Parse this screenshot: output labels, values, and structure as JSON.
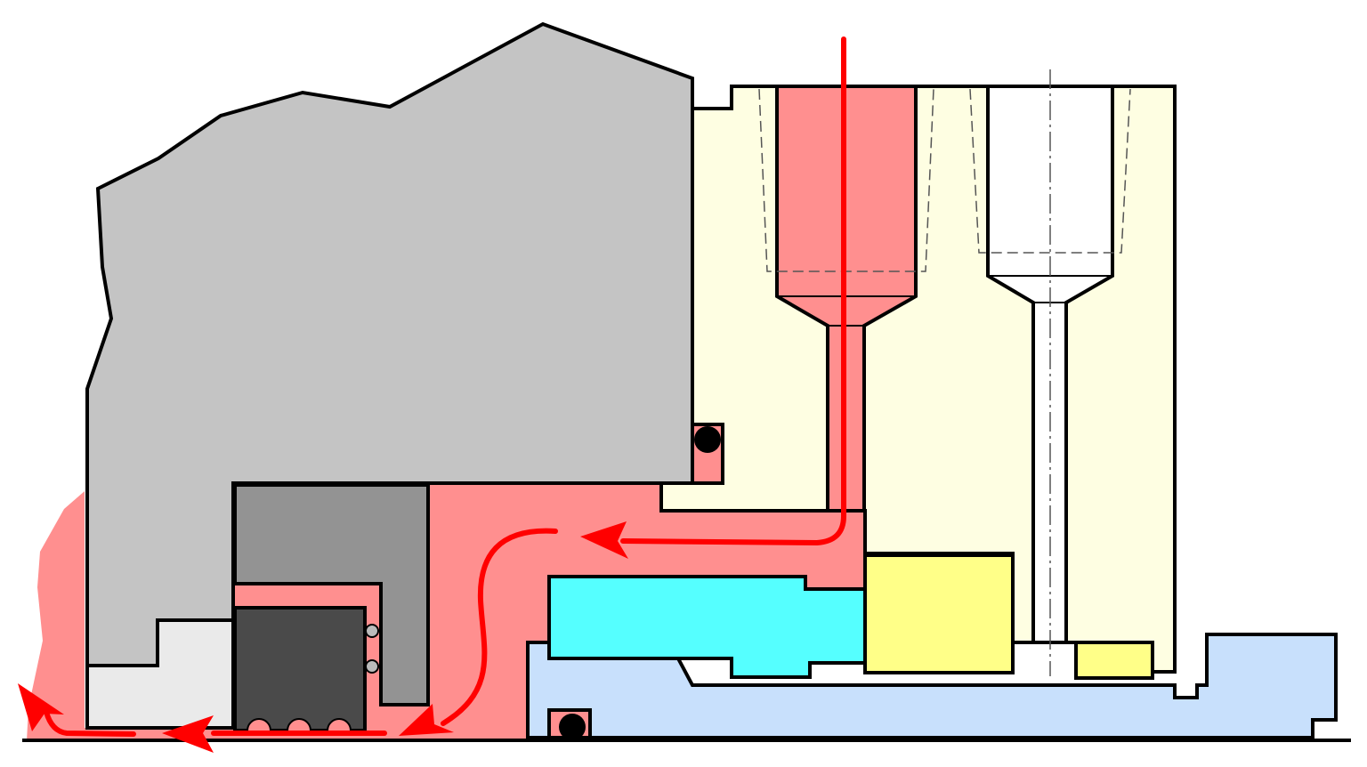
{
  "colors": {
    "background": "#ffffff",
    "housing_gray": "#c4c4c4",
    "gland_yellow": "#fefee2",
    "flush_fluid": "#ff8f8f",
    "flow_arrow": "#ff0000",
    "sleeve_blue": "#c8e0fc",
    "stationary_face_cyan": "#55ffff",
    "rotating_face_yellow": "#ffff88",
    "cover_dark_gray": "#939393",
    "seal_block_dark": "#4a4a4a",
    "bushing_light": "#eaeaea",
    "oring_black": "#000000",
    "outline": "#000000"
  },
  "parts": [
    "pump-housing",
    "gland-plate",
    "flush-port",
    "plugged-port",
    "flush-channel",
    "gland-oring",
    "seal-cover",
    "seal-insert",
    "throat-bushing",
    "shaft-sleeve",
    "sleeve-oring",
    "stationary-seal-face",
    "rotating-seal-face",
    "set-screw-collar",
    "shaft-baseline"
  ],
  "flow_paths": [
    "inlet-through-flush-port",
    "along-seal-faces-to-chamber",
    "down-to-sleeve",
    "out-under-insert",
    "exit-to-atmosphere"
  ]
}
